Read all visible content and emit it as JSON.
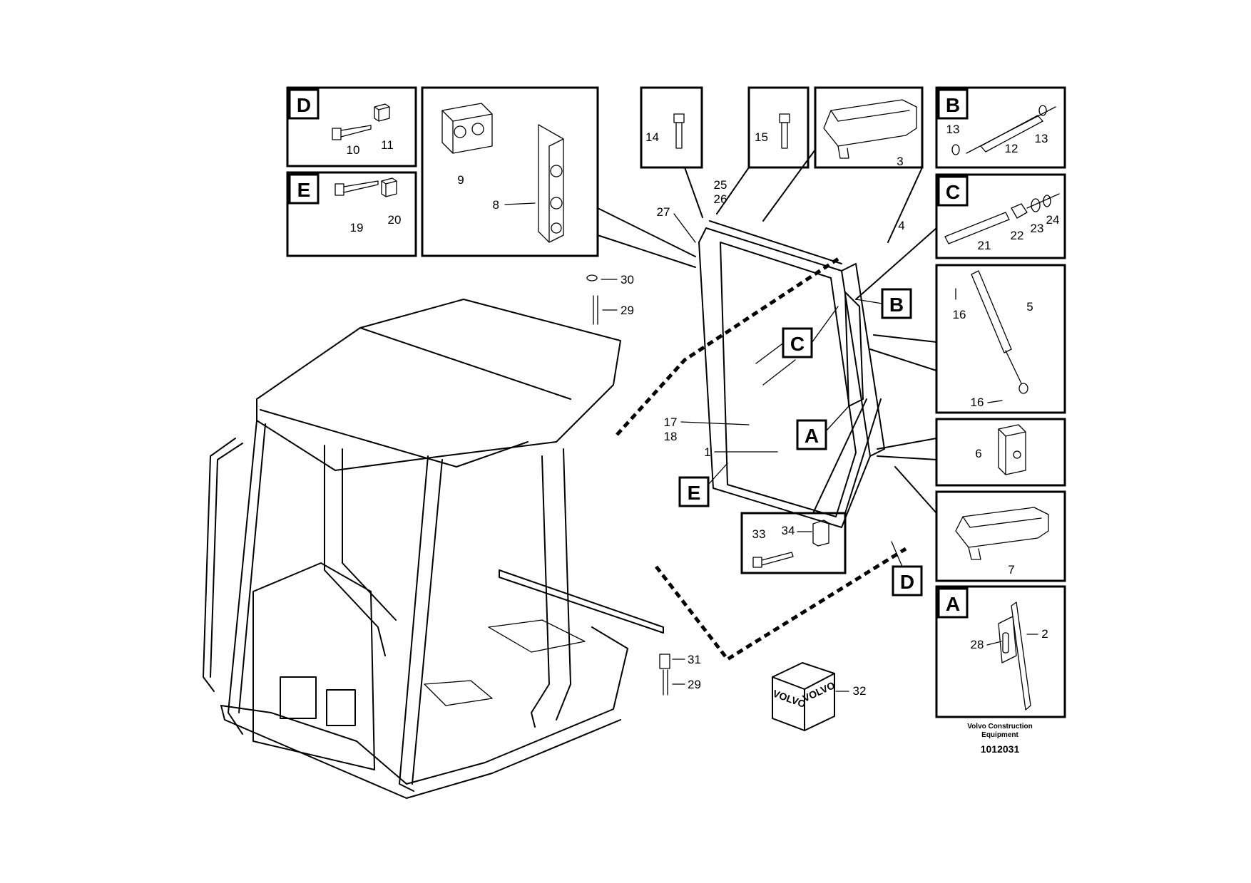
{
  "detail_letters": {
    "d": "D",
    "e": "E",
    "b": "B",
    "c": "C",
    "a": "A"
  },
  "callout_letters": {
    "b": "B",
    "c": "C",
    "a": "A",
    "e": "E",
    "d": "D"
  },
  "part_numbers": {
    "p1": "1",
    "p2": "2",
    "p3": "3",
    "p4": "4",
    "p5": "5",
    "p6": "6",
    "p7": "7",
    "p8": "8",
    "p9": "9",
    "p10": "10",
    "p11": "11",
    "p12": "12",
    "p13a": "13",
    "p13b": "13",
    "p14": "14",
    "p15": "15",
    "p16a": "16",
    "p16b": "16",
    "p17": "17",
    "p18": "18",
    "p19": "19",
    "p20": "20",
    "p21": "21",
    "p22": "22",
    "p23": "23",
    "p24": "24",
    "p25": "25",
    "p26": "26",
    "p27": "27",
    "p28": "28",
    "p29a": "29",
    "p29b": "29",
    "p30": "30",
    "p31": "31",
    "p32": "32",
    "p33": "33",
    "p34": "34"
  },
  "footer": {
    "line1": "Volvo Construction",
    "line2": "Equipment",
    "code": "1012031"
  },
  "box_logo": {
    "text": "VOLVO"
  }
}
